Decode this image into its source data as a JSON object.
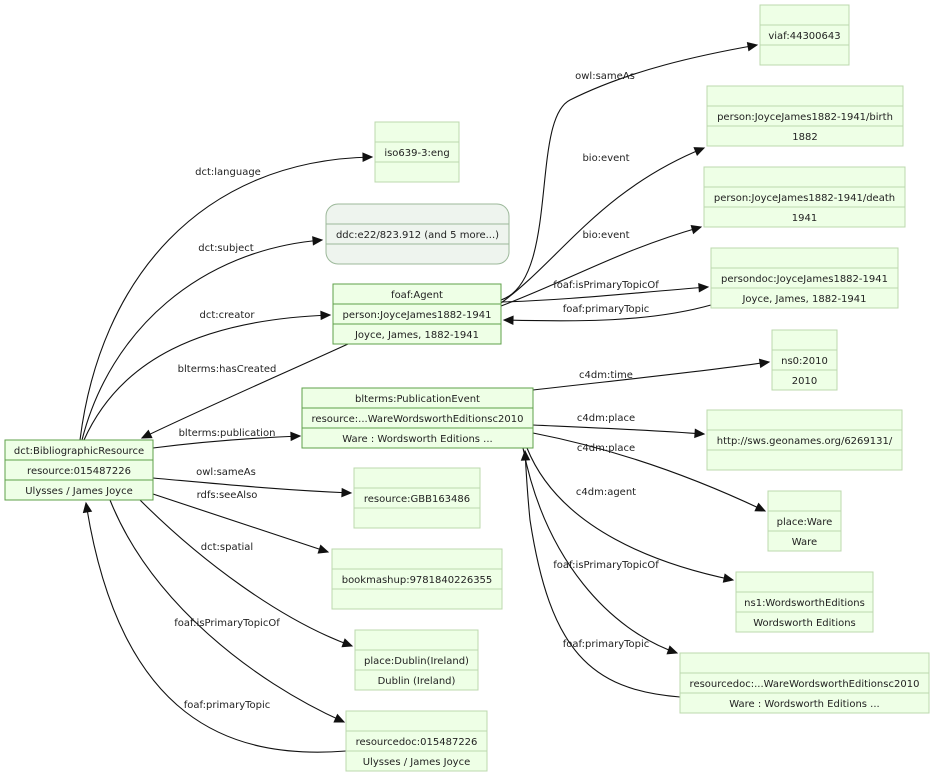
{
  "nodes": [
    {
      "id": "resource",
      "rows": [
        "dct:BibliographicResource",
        "resource:015487226",
        "Ulysses / James Joyce"
      ]
    },
    {
      "id": "iso",
      "rows": [
        "",
        "iso639-3:eng",
        ""
      ]
    },
    {
      "id": "ddc",
      "rows": [
        "",
        "ddc:e22/823.912 (and 5 more...)",
        ""
      ]
    },
    {
      "id": "agent",
      "rows": [
        "foaf:Agent",
        "person:JoyceJames1882-1941",
        "Joyce, James, 1882-1941"
      ]
    },
    {
      "id": "viaf",
      "rows": [
        "",
        "viaf:44300643",
        ""
      ]
    },
    {
      "id": "birth",
      "rows": [
        "",
        "person:JoyceJames1882-1941/birth",
        "1882"
      ]
    },
    {
      "id": "death",
      "rows": [
        "",
        "person:JoyceJames1882-1941/death",
        "1941"
      ]
    },
    {
      "id": "persondoc",
      "rows": [
        "",
        "persondoc:JoyceJames1882-1941",
        "Joyce, James, 1882-1941"
      ]
    },
    {
      "id": "pubevent",
      "rows": [
        "blterms:PublicationEvent",
        "resource:...WareWordsworthEditionsc2010",
        "Ware : Wordsworth Editions ..."
      ]
    },
    {
      "id": "ns0",
      "rows": [
        "",
        "ns0:2010",
        "2010"
      ]
    },
    {
      "id": "geonames",
      "rows": [
        "",
        "http://sws.geonames.org/6269131/",
        ""
      ]
    },
    {
      "id": "ware",
      "rows": [
        "",
        "place:Ware",
        "Ware"
      ]
    },
    {
      "id": "ns1",
      "rows": [
        "",
        "ns1:WordsworthEditions",
        "Wordsworth Editions"
      ]
    },
    {
      "id": "resdoc2",
      "rows": [
        "",
        "resourcedoc:...WareWordsworthEditionsc2010",
        "Ware : Wordsworth Editions ..."
      ]
    },
    {
      "id": "gbb",
      "rows": [
        "",
        "resource:GBB163486",
        ""
      ]
    },
    {
      "id": "bookmashup",
      "rows": [
        "",
        "bookmashup:9781840226355",
        ""
      ]
    },
    {
      "id": "dublin",
      "rows": [
        "",
        "place:Dublin(Ireland)",
        "Dublin (Ireland)"
      ]
    },
    {
      "id": "resdoc1",
      "rows": [
        "",
        "resourcedoc:015487226",
        "Ulysses / James Joyce"
      ]
    }
  ],
  "edges": [
    {
      "label": "dct:language"
    },
    {
      "label": "dct:subject"
    },
    {
      "label": "dct:creator"
    },
    {
      "label": "blterms:hasCreated"
    },
    {
      "label": "blterms:publication"
    },
    {
      "label": "owl:sameAs"
    },
    {
      "label": "rdfs:seeAlso"
    },
    {
      "label": "dct:spatial"
    },
    {
      "label": "foaf:isPrimaryTopicOf"
    },
    {
      "label": "foaf:primaryTopic"
    },
    {
      "label": "owl:sameAs"
    },
    {
      "label": "bio:event"
    },
    {
      "label": "bio:event"
    },
    {
      "label": "foaf:isPrimaryTopicOf"
    },
    {
      "label": "foaf:primaryTopic"
    },
    {
      "label": "c4dm:time"
    },
    {
      "label": "c4dm:place"
    },
    {
      "label": "c4dm:place"
    },
    {
      "label": "c4dm:agent"
    },
    {
      "label": "foaf:isPrimaryTopicOf"
    },
    {
      "label": "foaf:primaryTopic"
    }
  ]
}
